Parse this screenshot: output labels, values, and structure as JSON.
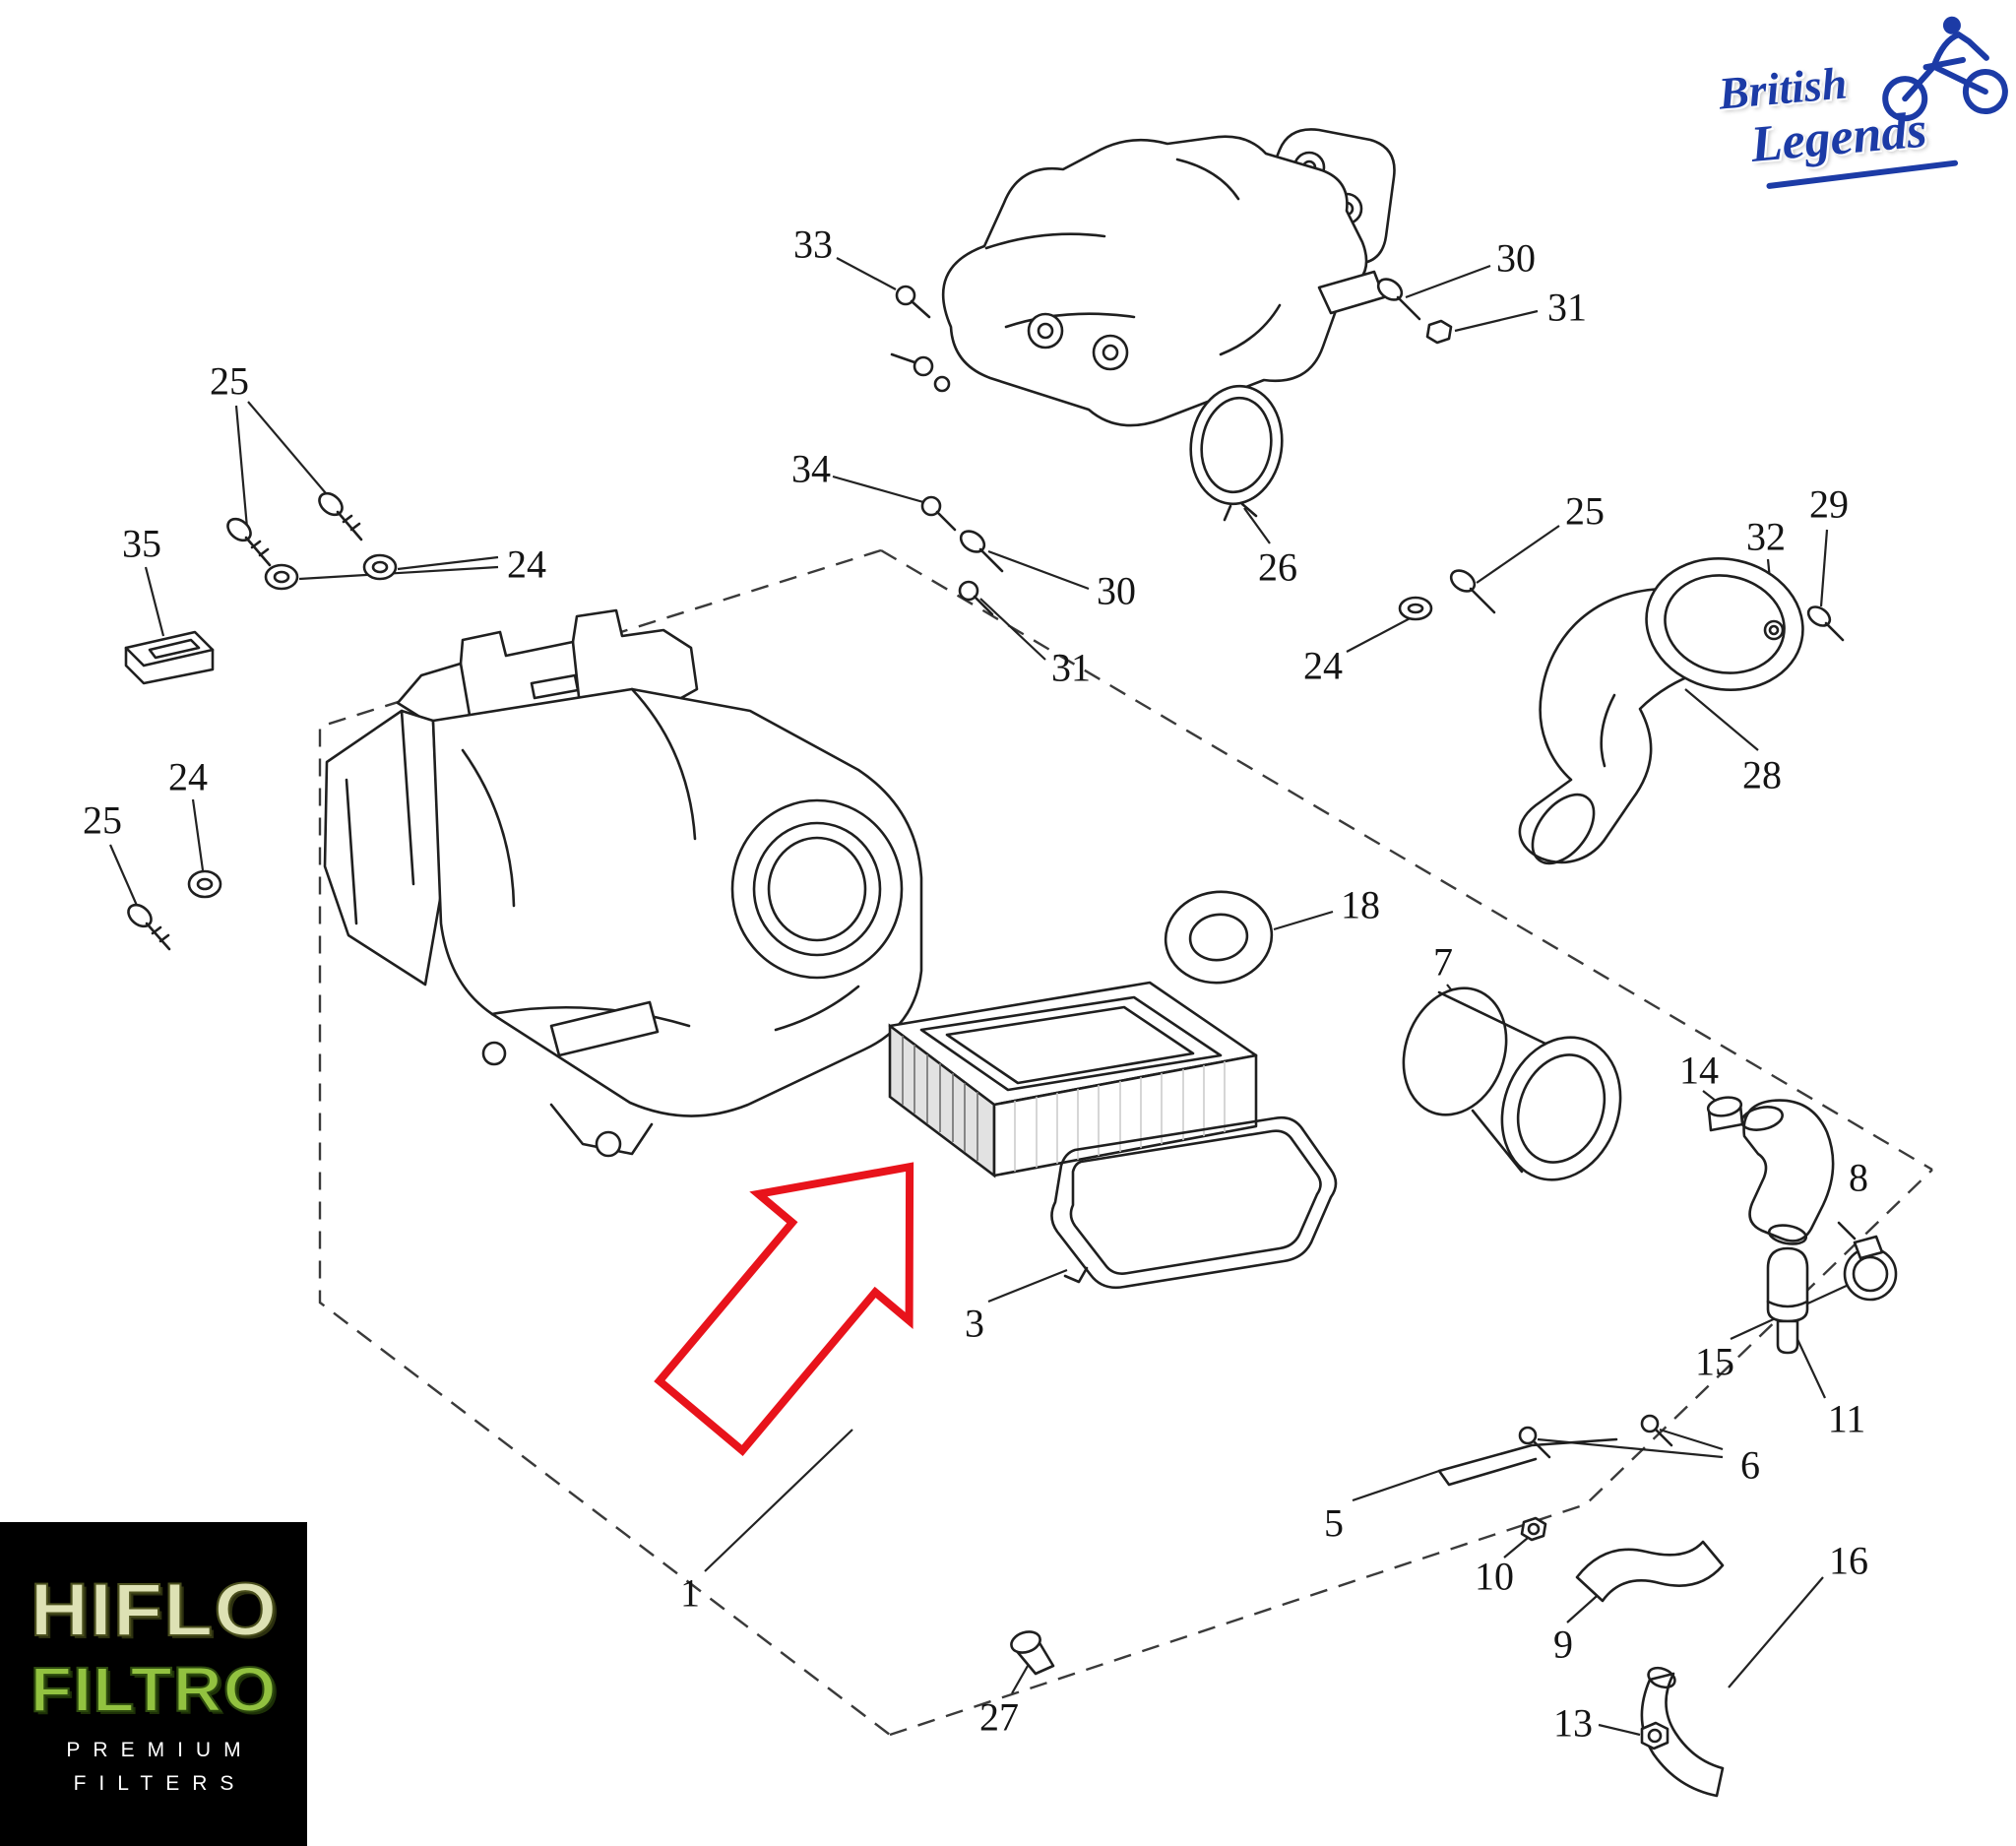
{
  "logos": {
    "british_legends": {
      "line1": "British",
      "line2": "Legends",
      "color": "#1c3ba6"
    },
    "hiflo": {
      "line1": "HIFLO",
      "line2": "FILTRO",
      "line3": "PREMIUM",
      "line4": "FILTERS",
      "bg": "#000000",
      "hiflo_color": "#dde1b4",
      "filtro_color": "#92c240",
      "sub_color": "#ffffff"
    }
  },
  "arrow": {
    "color": "#e8131b"
  },
  "diagram": {
    "stroke": "#1f1f1f",
    "type": "exploded-parts-diagram-airbox"
  },
  "labels": {
    "n25a": "25",
    "n35": "35",
    "n24a": "24",
    "n24b": "24",
    "n25b": "25",
    "n33": "33",
    "n34": "34",
    "n30a": "30",
    "n31a": "31",
    "n26": "26",
    "n30b": "30",
    "n31b": "31",
    "n25c": "25",
    "n24c": "24",
    "n32": "32",
    "n29": "29",
    "n28": "28",
    "n18": "18",
    "n7": "7",
    "n14": "14",
    "n8": "8",
    "n15": "15",
    "n11": "11",
    "n3": "3",
    "n6": "6",
    "n5": "5",
    "n10": "10",
    "n9": "9",
    "n16": "16",
    "n13": "13",
    "n1": "1",
    "n27": "27"
  }
}
